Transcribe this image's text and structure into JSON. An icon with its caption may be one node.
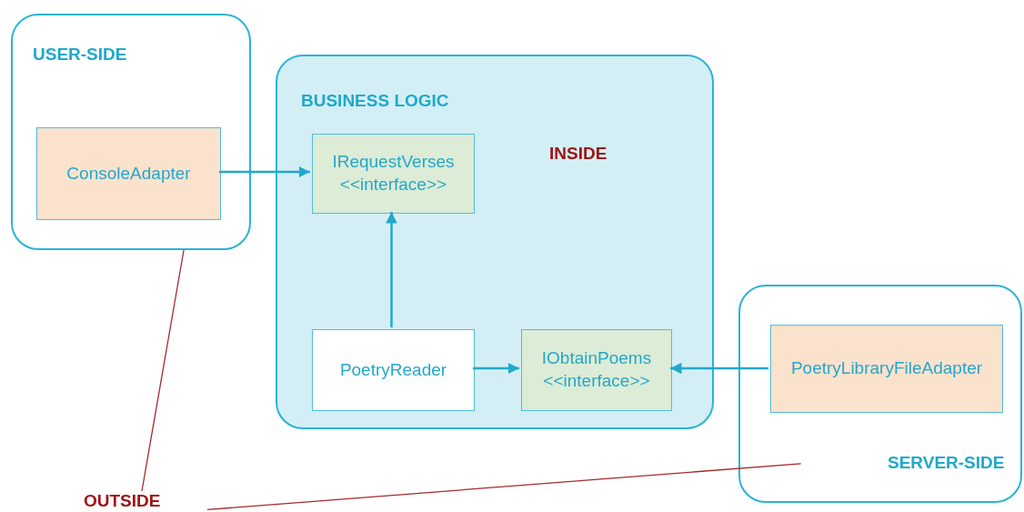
{
  "diagram": {
    "nodes": [
      {
        "text": [
          "USER-SIDE"
        ]
      },
      {
        "text": [
          "ConsoleAdapter"
        ],
        "in": 0
      },
      {
        "text": [
          "BUSINESS LOGIC"
        ]
      },
      {
        "text": [
          "IRequestVerses <<interface>>"
        ],
        "in": 2
      },
      {
        "text": [
          "PoetryReader"
        ],
        "in": 2
      },
      {
        "text": [
          "IObtainPoems <<interface>>"
        ],
        "in": 2
      },
      {
        "text": [
          "SERVER-SIDE"
        ]
      },
      {
        "text": [
          "PoetryLibraryFileAdapter"
        ],
        "in": 6
      },
      {
        "text": [
          "OUTSIDE"
        ]
      }
    ],
    "edges": [
      {
        "from": 1,
        "to": 3,
        "arrow": "to"
      },
      {
        "from": 4,
        "to": 3,
        "arrow": "to"
      },
      {
        "from": 4,
        "to": 5,
        "arrow": "to"
      },
      {
        "from": 7,
        "to": 5,
        "arrow": "to"
      },
      {
        "from": 8,
        "to": 0,
        "arrow": "none",
        "color": "#a52a2a"
      },
      {
        "from": 8,
        "to": 6,
        "arrow": "none",
        "color": "#a52a2a"
      }
    ],
    "labels": [
      "INSIDE"
    ]
  }
}
